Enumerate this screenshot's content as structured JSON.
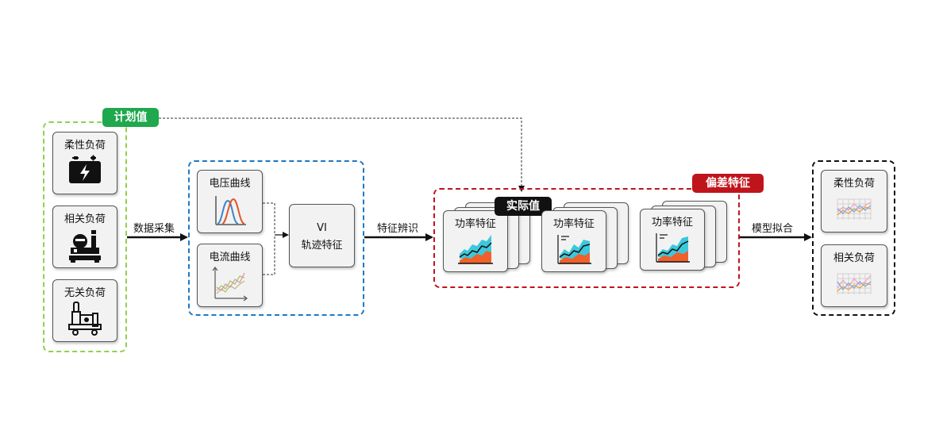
{
  "tags": {
    "plan": "计划值",
    "actual": "实际值",
    "deviation": "偏差特征"
  },
  "loads": {
    "flexible": "柔性负荷",
    "related": "相关负荷",
    "unrelated": "无关负荷"
  },
  "curves": {
    "voltage": "电压曲线",
    "current": "电流曲线",
    "vi_line1": "VI",
    "vi_line2": "轨迹特征"
  },
  "power": {
    "a": "功率特征",
    "b": "功率特征",
    "c": "功率特征"
  },
  "outputs": {
    "flexible": "柔性负荷",
    "related": "相关负荷"
  },
  "edges": {
    "collect": "数据采集",
    "identify": "特征辨识",
    "fit": "模型拟合"
  },
  "colors": {
    "plan_tag": "#1fa84e",
    "actual_tag": "#111111",
    "deviation_tag": "#c0141c",
    "group_green": "#8fd14f",
    "group_blue": "#1f78c1",
    "group_red": "#c0141c"
  }
}
